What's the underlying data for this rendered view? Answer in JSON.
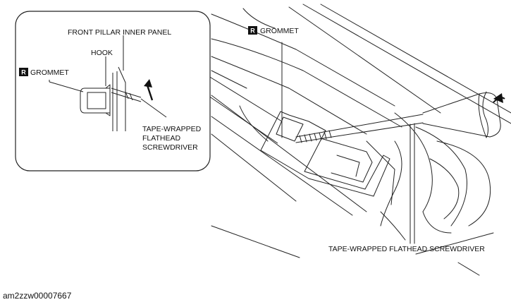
{
  "labels": {
    "inset_grommet_badge": "R",
    "inset_grommet": "GROMMET",
    "front_pillar_inner_panel": "FRONT PILLAR INNER PANEL",
    "hook": "HOOK",
    "inset_screwdriver_line1": "TAPE-WRAPPED",
    "inset_screwdriver_line2": "FLATHEAD",
    "inset_screwdriver_line3": "SCREWDRIVER",
    "main_grommet_badge": "R",
    "main_grommet": "GROMMET",
    "main_screwdriver": "TAPE-WRAPPED FLATHEAD SCREWDRIVER"
  },
  "document_id": "am2zzw00007667"
}
